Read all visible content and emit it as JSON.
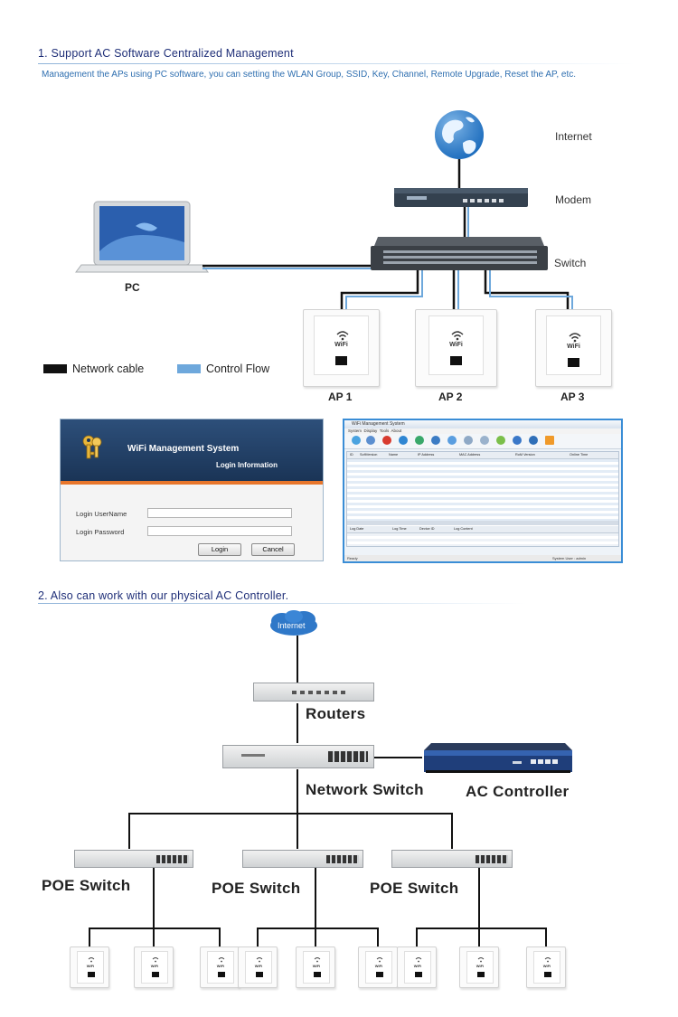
{
  "section1": {
    "title": "1. Support AC Software Centralized Management",
    "subtitle": "Management the APs using PC software, you can setting the WLAN Group, SSID, Key, Channel, Remote Upgrade, Reset the AP, etc."
  },
  "diagram1": {
    "labels": {
      "internet": "Internet",
      "modem": "Modem",
      "switch": "Switch",
      "pc": "PC",
      "ap1": "AP 1",
      "ap2": "AP 2",
      "ap3": "AP 3"
    },
    "legend": {
      "network_cable": "Network cable",
      "control_flow": "Control Flow"
    },
    "ap_wifi_text": "WiFi",
    "colors": {
      "cable": "#111111",
      "control": "#6ea8dc",
      "globe": "#1e7fd6"
    }
  },
  "login_window": {
    "title": "WiFi Management System",
    "subtitle": "Login Information",
    "username_label": "Login UserName",
    "password_label": "Login  Password",
    "login_button": "Login",
    "cancel_button": "Cancel"
  },
  "app_window": {
    "title": "WiFi Management System",
    "menu": [
      "System",
      "Display",
      "Tools",
      "About"
    ],
    "columns": [
      "ID",
      "SoftVersion",
      "Name",
      "IP Address",
      "MAC Address",
      "RoM Version",
      "Online Time"
    ],
    "log_columns": [
      "Log Date",
      "Log Time",
      "Device ID",
      "Log Content"
    ],
    "status_left": "Ready",
    "status_right": "System User : admin"
  },
  "section2": {
    "title": "2. Also can work with our physical AC Controller."
  },
  "diagram2": {
    "labels": {
      "internet": "Internet",
      "routers": "Routers",
      "network_switch": "Network Switch",
      "ac_controller": "AC Controller",
      "poe1": "POE Switch",
      "poe2": "POE Switch",
      "poe3": "POE Switch"
    },
    "ap_wifi_text": "WiFi",
    "colors": {
      "cloud": "#2f78c8",
      "line": "#111111"
    }
  }
}
